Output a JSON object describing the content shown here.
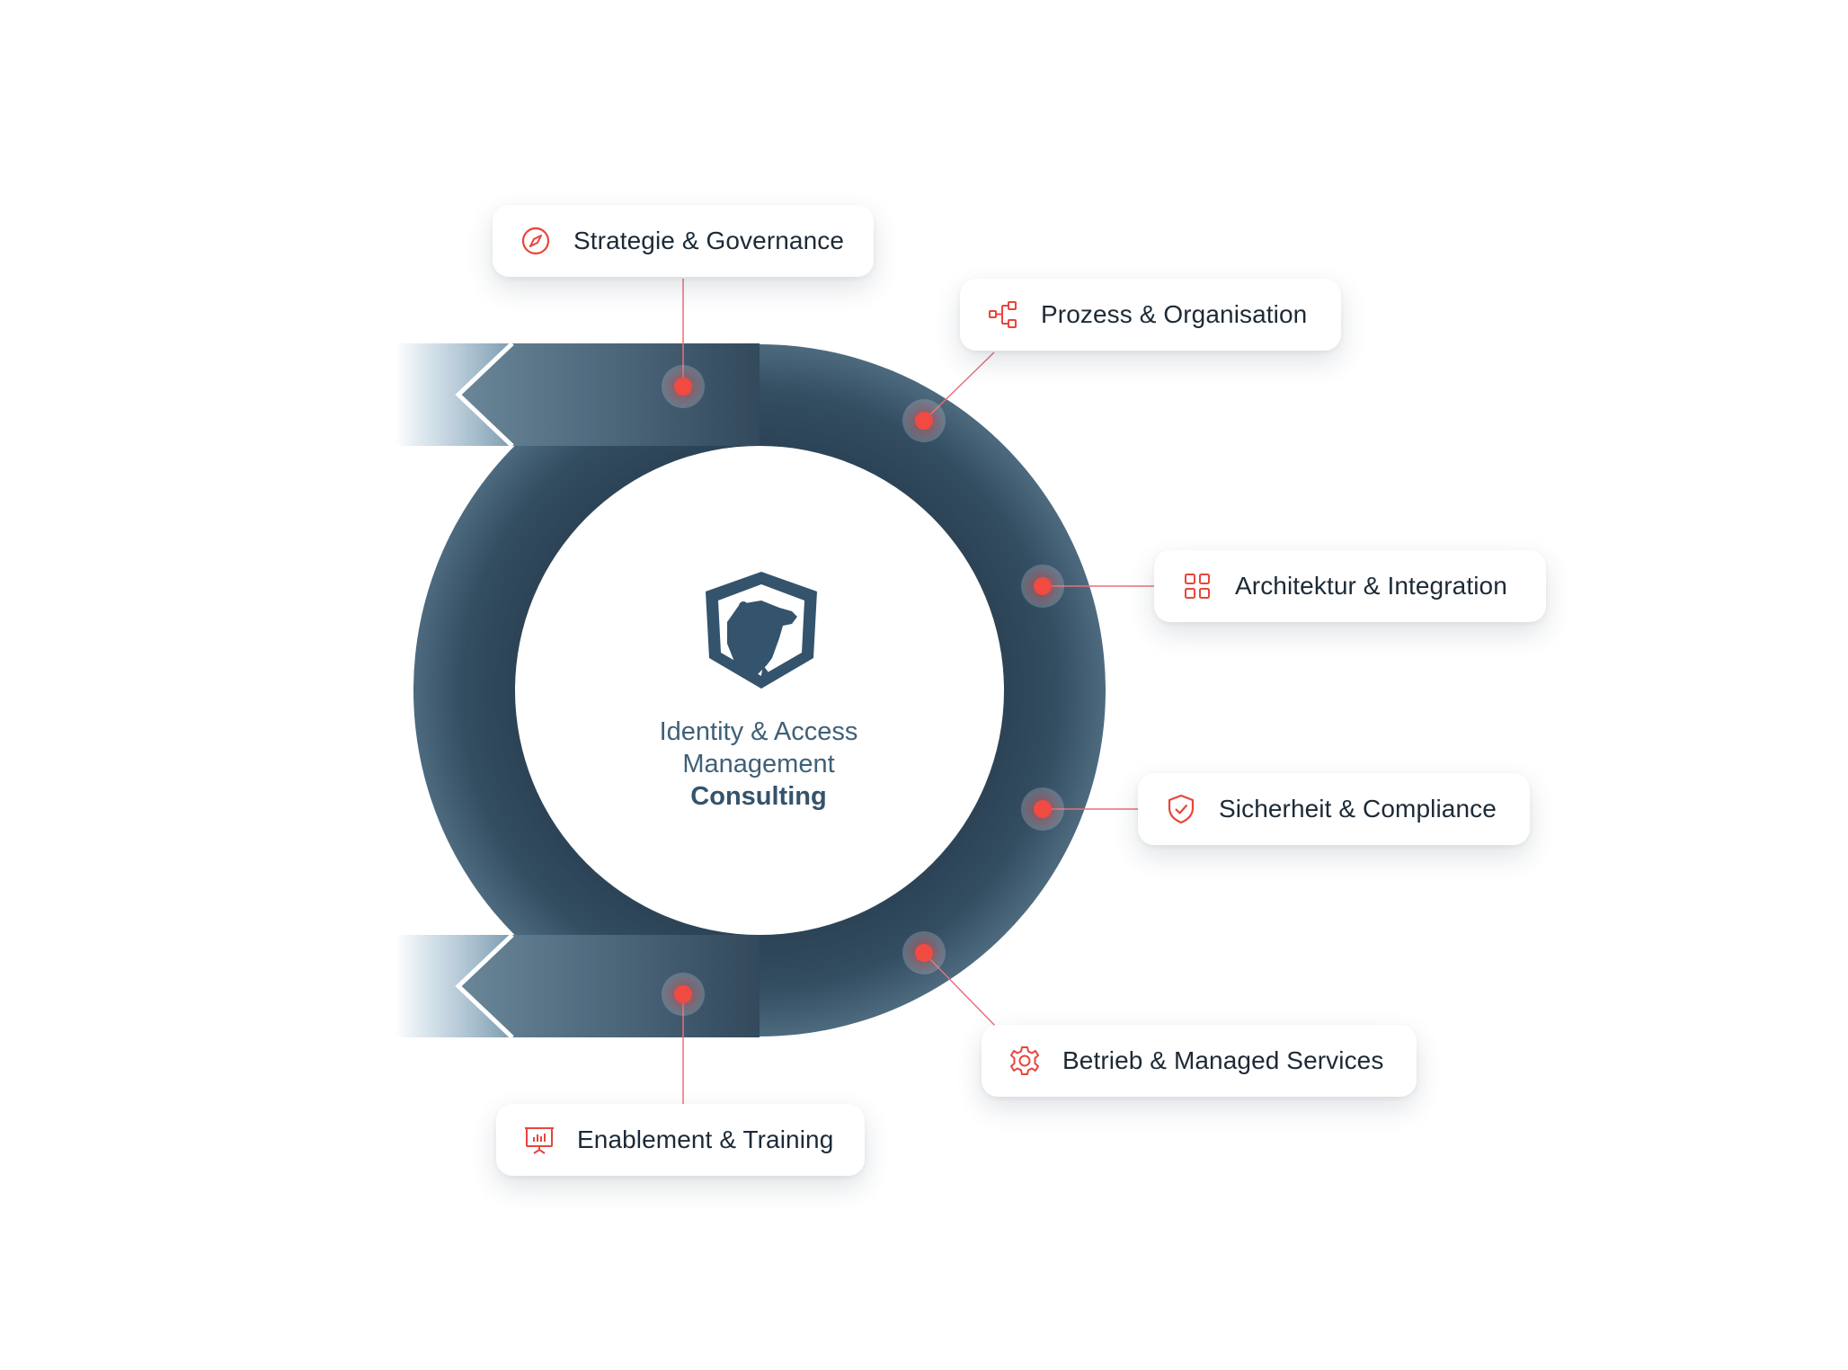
{
  "center": {
    "line1": "Identity & Access",
    "line2": "Management",
    "line3": "Consulting",
    "logo_icon": "bear-shield-logo"
  },
  "colors": {
    "ring": "#2f4a5f",
    "ring_light": "#6a8799",
    "accent": "#e8453c",
    "text": "#1d2a36",
    "center_text": "#3f6078"
  },
  "services": [
    {
      "label": "Strategie & Governance",
      "icon": "compass-icon"
    },
    {
      "label": "Prozess & Organisation",
      "icon": "process-flow-icon"
    },
    {
      "label": "Architektur & Integration",
      "icon": "grid-icon"
    },
    {
      "label": "Sicherheit & Compliance",
      "icon": "shield-check-icon"
    },
    {
      "label": "Betrieb & Managed Services",
      "icon": "gear-icon"
    },
    {
      "label": "Enablement & Training",
      "icon": "presentation-icon"
    }
  ]
}
